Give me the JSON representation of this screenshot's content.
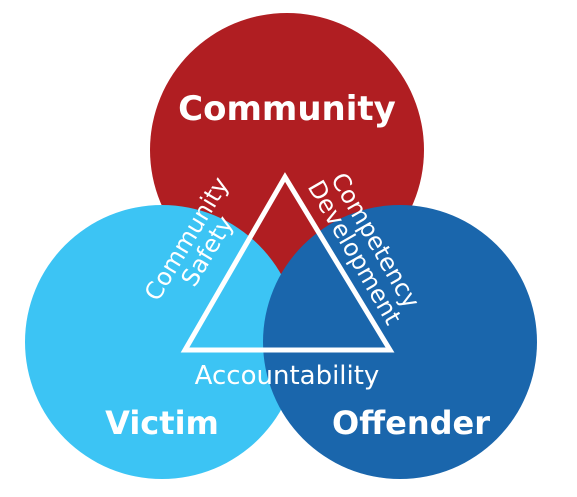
{
  "circles": {
    "community": {
      "label": "Community",
      "color": "#b01e22"
    },
    "victim": {
      "label": "Victim",
      "color": "#3cc4f4"
    },
    "offender": {
      "label": "Offender",
      "color": "#1a66ac"
    }
  },
  "triangle": {
    "left_edge": {
      "line1": "Community",
      "line2": "Safety"
    },
    "right_edge": {
      "line1": "Competency",
      "line2": "Development"
    },
    "bottom_edge": {
      "label": "Accountability"
    },
    "stroke_color": "#ffffff"
  }
}
